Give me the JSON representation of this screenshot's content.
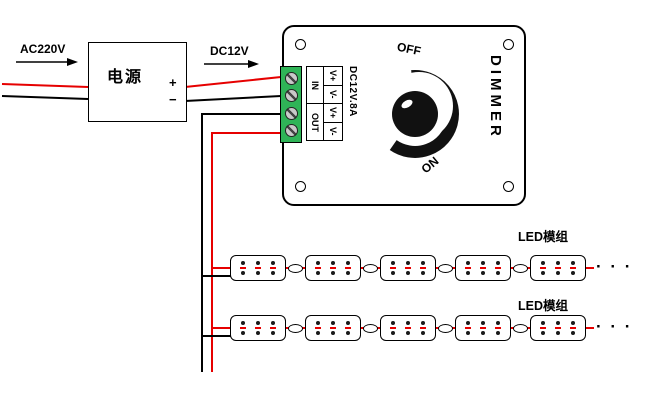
{
  "diagram": {
    "ac_label": "AC220V",
    "dc_label": "DC12V",
    "power_box": "电源",
    "plus": "+",
    "minus": "−",
    "dimmer_title": "DIMMER",
    "knob_off": "OFF",
    "knob_on": "ON",
    "rating": "DC12V.8A",
    "io": {
      "in": "IN",
      "out": "OUT"
    },
    "terminals": [
      "V+",
      "V-",
      "V+",
      "V-"
    ],
    "ellipsis": "· · ·"
  },
  "led_rows": [
    {
      "label": "LED模组",
      "modules": 5,
      "leds_per_module": 3
    },
    {
      "label": "LED模组",
      "modules": 5,
      "leds_per_module": 3
    }
  ],
  "colors": {
    "wire_red": "#e60000",
    "wire_black": "#000000",
    "terminal_green": "#2fb457",
    "knob": "#111111"
  }
}
